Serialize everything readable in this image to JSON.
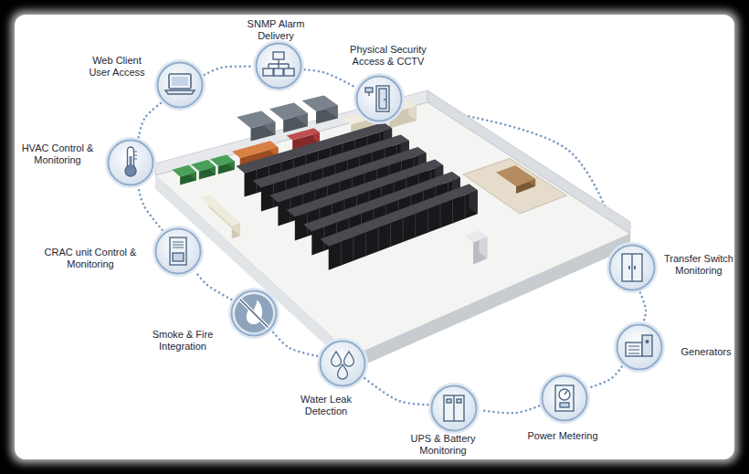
{
  "diagram": {
    "nodes": [
      {
        "text": [
          "Web Client User Access"
        ]
      },
      {
        "text": [
          "SNMP Alarm Delivery"
        ]
      },
      {
        "text": [
          "Physical Security Access & CCTV"
        ]
      },
      {
        "text": [
          "Transfer Switch Monitoring"
        ]
      },
      {
        "text": [
          "Generators"
        ]
      },
      {
        "text": [
          "Power Metering"
        ]
      },
      {
        "text": [
          "UPS & Battery Monitoring"
        ]
      },
      {
        "text": [
          "Water Leak Detection"
        ]
      },
      {
        "text": [
          "Smoke & Fire Integration"
        ]
      },
      {
        "text": [
          "CRAC unit Control & Monitoring"
        ]
      },
      {
        "text": [
          "HVAC Control & Monitoring"
        ]
      }
    ],
    "edges": [
      {
        "from": 0,
        "to": 1,
        "arrow": "none"
      },
      {
        "from": 1,
        "to": 2,
        "arrow": "none"
      },
      {
        "from": 2,
        "to": 3,
        "arrow": "none"
      },
      {
        "from": 3,
        "to": 4,
        "arrow": "none"
      },
      {
        "from": 4,
        "to": 5,
        "arrow": "none"
      },
      {
        "from": 5,
        "to": 6,
        "arrow": "none"
      },
      {
        "from": 6,
        "to": 7,
        "arrow": "none"
      },
      {
        "from": 7,
        "to": 8,
        "arrow": "none"
      },
      {
        "from": 8,
        "to": 9,
        "arrow": "none"
      },
      {
        "from": 9,
        "to": 10,
        "arrow": "none"
      },
      {
        "from": 10,
        "to": 0,
        "arrow": "none"
      }
    ]
  }
}
